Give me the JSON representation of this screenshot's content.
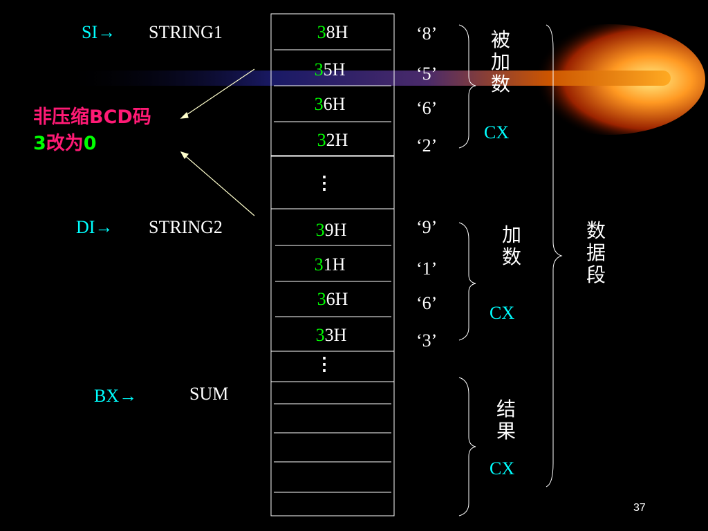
{
  "comet": {
    "colors": [
      "#ffcc33",
      "#ff6600",
      "#3366ff"
    ]
  },
  "si": {
    "pointer": "SI→",
    "label": "STRING1"
  },
  "di": {
    "pointer": "DI→",
    "label": "STRING2"
  },
  "bx": {
    "pointer": "BX→",
    "label": "SUM"
  },
  "note": {
    "line1": "非压缩BCD码",
    "digit": "3",
    "mid": "改为",
    "zero": "0"
  },
  "string1": [
    {
      "hi": "3",
      "lo": "8H",
      "char": "‘8’"
    },
    {
      "hi": "3",
      "lo": "5H",
      "char": "‘5’"
    },
    {
      "hi": "3",
      "lo": "6H",
      "char": "‘6’"
    },
    {
      "hi": "3",
      "lo": "2H",
      "char": "‘2’"
    }
  ],
  "string2": [
    {
      "hi": "3",
      "lo": "9H",
      "char": "‘9’"
    },
    {
      "hi": "3",
      "lo": "1H",
      "char": "‘1’"
    },
    {
      "hi": "3",
      "lo": "6H",
      "char": "‘6’"
    },
    {
      "hi": "3",
      "lo": "3H",
      "char": "‘3’"
    }
  ],
  "ellipsis": "⋮",
  "groups": {
    "augend": {
      "c1": "被",
      "c2": "加",
      "c3": "数",
      "reg": "CX"
    },
    "addend": {
      "c1": "加",
      "c2": "数",
      "reg": "CX"
    },
    "result": {
      "c1": "结",
      "c2": "果",
      "reg": "CX"
    },
    "segment": {
      "c1": "数",
      "c2": "据",
      "c3": "段"
    }
  },
  "page_number": "37"
}
